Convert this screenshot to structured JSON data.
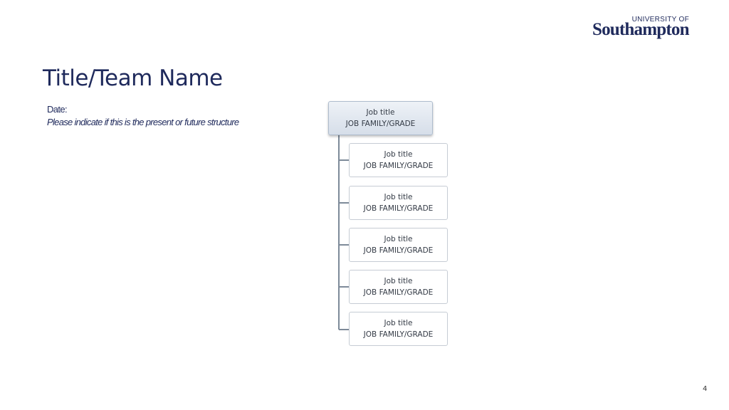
{
  "logo": {
    "top_text": "UNIVERSITY OF",
    "main_text": "Southampton"
  },
  "title": "Title/Team Name",
  "date_label": "Date:",
  "structure_note": "Please indicate if this is the present or future structure",
  "org_chart": {
    "root": {
      "job_title": "Job title",
      "family_grade": "JOB FAMILY/GRADE"
    },
    "children": [
      {
        "job_title": "Job title",
        "family_grade": "JOB FAMILY/GRADE"
      },
      {
        "job_title": "Job title",
        "family_grade": "JOB FAMILY/GRADE"
      },
      {
        "job_title": "Job title",
        "family_grade": "JOB FAMILY/GRADE"
      },
      {
        "job_title": "Job title",
        "family_grade": "JOB FAMILY/GRADE"
      },
      {
        "job_title": "Job title",
        "family_grade": "JOB FAMILY/GRADE"
      }
    ]
  },
  "page_number": "4",
  "colors": {
    "heading": "#1f2a5c",
    "connector": "#7d8a99",
    "root_fill": "#dde4ee"
  }
}
